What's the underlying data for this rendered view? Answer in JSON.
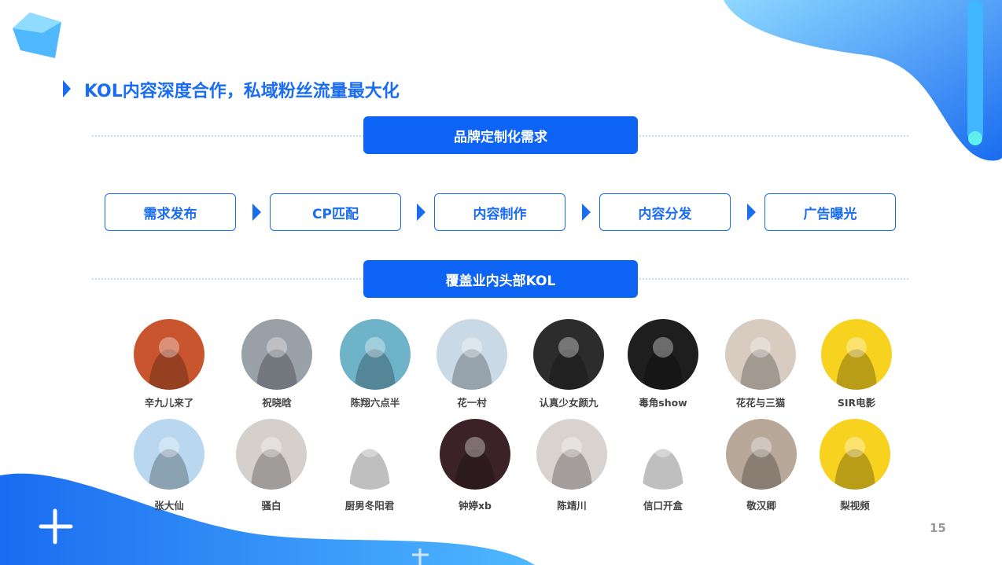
{
  "title": "KOL内容深度合作，私域粉丝流量最大化",
  "banner_top": "品牌定制化需求",
  "banner_bottom": "覆盖业内头部KOL",
  "steps": [
    "需求发布",
    "CP匹配",
    "内容制作",
    "内容分发",
    "广告曝光"
  ],
  "kols_row1": [
    {
      "name": "辛九儿来了",
      "color": "#c8552e"
    },
    {
      "name": "祝晓晗",
      "color": "#9aa0a8"
    },
    {
      "name": "陈翔六点半",
      "color": "#6fb3c8"
    },
    {
      "name": "花一村",
      "color": "#c9d9e6"
    },
    {
      "name": "认真少女颜九",
      "color": "#2c2c2c"
    },
    {
      "name": "毒角show",
      "color": "#1e1e1e"
    },
    {
      "name": "花花与三猫",
      "color": "#d8ccc0"
    },
    {
      "name": "SIR电影",
      "color": "#f7d21e"
    }
  ],
  "kols_row2": [
    {
      "name": "张大仙",
      "color": "#b9d8ef"
    },
    {
      "name": "骚白",
      "color": "#d5d0cc"
    },
    {
      "name": "厨男冬阳君",
      "color": "#ffffff"
    },
    {
      "name": "钟婷xb",
      "color": "#3a2228"
    },
    {
      "name": "陈靖川",
      "color": "#d9d3d0"
    },
    {
      "name": "信口开盒",
      "color": "#ffffff"
    },
    {
      "name": "敬汉卿",
      "color": "#b8a89a"
    },
    {
      "name": "梨视频",
      "color": "#f7d21e"
    }
  ],
  "page_number": "15",
  "accent": "#1a6cf0"
}
